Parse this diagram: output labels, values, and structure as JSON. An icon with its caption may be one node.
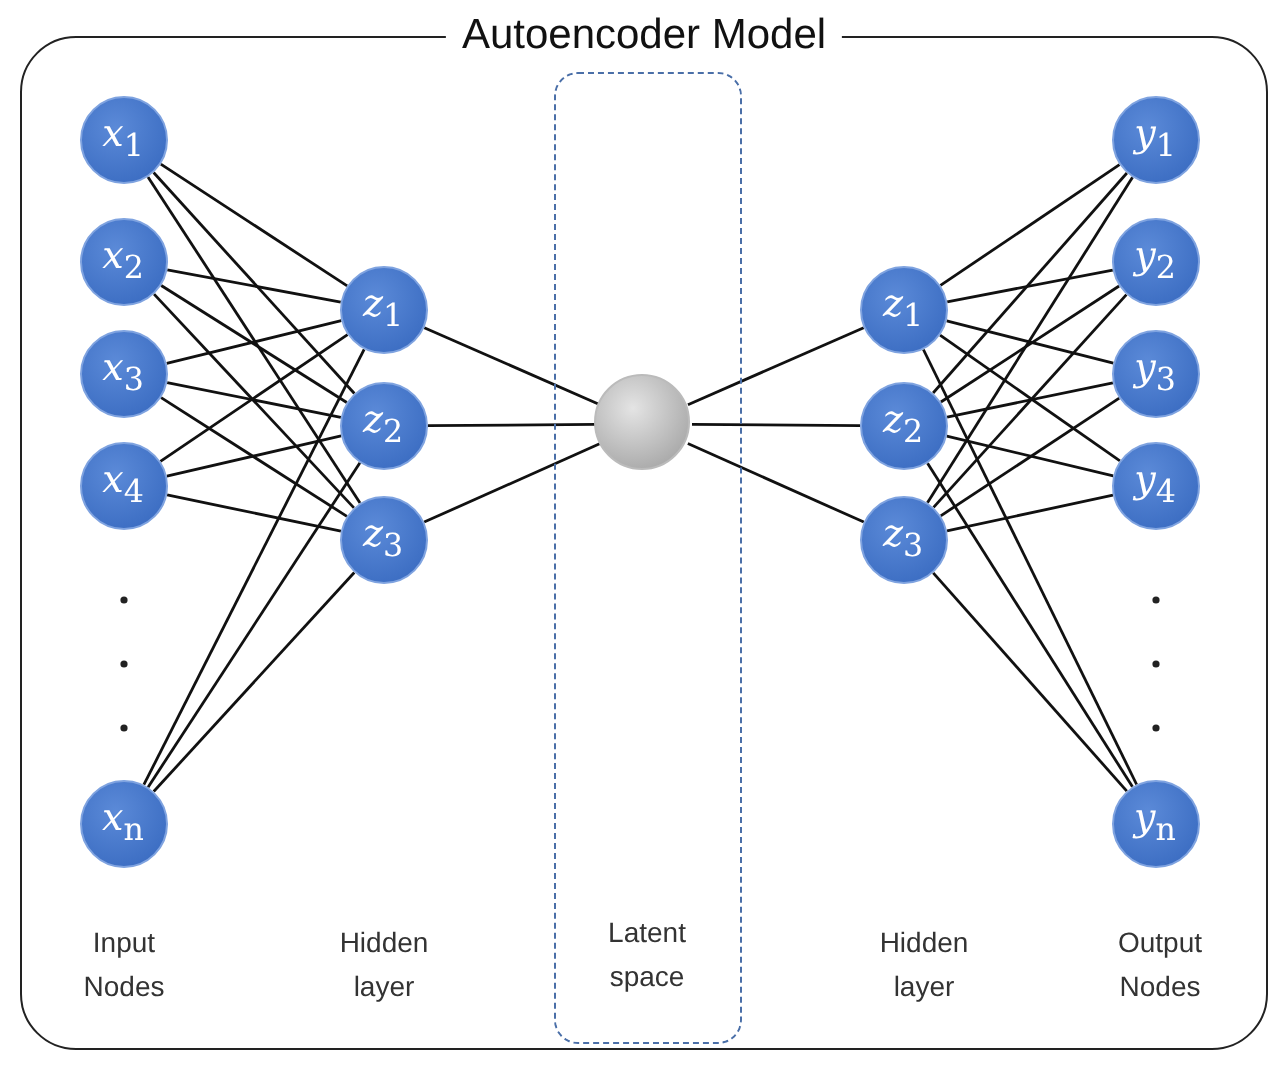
{
  "diagram": {
    "nodes": [
      {
        "text": [
          "Autoencoder Model"
        ]
      },
      {
        "text": [
          "*x*$_{1}$"
        ],
        "in": 0
      },
      {
        "text": [
          "*x*$_{2}$"
        ],
        "in": 0
      },
      {
        "text": [
          "*x*$_{3}$"
        ],
        "in": 0
      },
      {
        "text": [
          "*x*$_{4}$"
        ],
        "in": 0
      },
      {
        "text": [
          "*x*$_{n}$"
        ],
        "in": 0
      },
      {
        "text": [
          "*z*$_{1}$"
        ],
        "in": 0
      },
      {
        "text": [
          "*z*$_{2}$"
        ],
        "in": 0
      },
      {
        "text": [
          "*z*$_{3}$"
        ],
        "in": 0
      },
      {
        "text": [
          "Latent space"
        ],
        "in": 0
      },
      {
        "text": [],
        "shape": "circle",
        "in": 9
      },
      {
        "text": [
          "*z*$_{1}$"
        ],
        "in": 0
      },
      {
        "text": [
          "*z*$_{2}$"
        ],
        "in": 0
      },
      {
        "text": [
          "*z*$_{3}$"
        ],
        "in": 0
      },
      {
        "text": [
          "*y*$_{1}$"
        ],
        "in": 0
      },
      {
        "text": [
          "*y*$_{2}$"
        ],
        "in": 0
      },
      {
        "text": [
          "*y*$_{3}$"
        ],
        "in": 0
      },
      {
        "text": [
          "*y*$_{4}$"
        ],
        "in": 0
      },
      {
        "text": [
          "*y*$_{n}$"
        ],
        "in": 0
      }
    ],
    "edges": [
      {
        "from": 1,
        "to": 6,
        "arrow": "none"
      },
      {
        "from": 1,
        "to": 7,
        "arrow": "none"
      },
      {
        "from": 1,
        "to": 8,
        "arrow": "none"
      },
      {
        "from": 2,
        "to": 6,
        "arrow": "none"
      },
      {
        "from": 2,
        "to": 7,
        "arrow": "none"
      },
      {
        "from": 2,
        "to": 8,
        "arrow": "none"
      },
      {
        "from": 3,
        "to": 6,
        "arrow": "none"
      },
      {
        "from": 3,
        "to": 7,
        "arrow": "none"
      },
      {
        "from": 3,
        "to": 8,
        "arrow": "none"
      },
      {
        "from": 4,
        "to": 6,
        "arrow": "none"
      },
      {
        "from": 4,
        "to": 7,
        "arrow": "none"
      },
      {
        "from": 4,
        "to": 8,
        "arrow": "none"
      },
      {
        "from": 5,
        "to": 6,
        "arrow": "none"
      },
      {
        "from": 5,
        "to": 7,
        "arrow": "none"
      },
      {
        "from": 5,
        "to": 8,
        "arrow": "none"
      },
      {
        "from": 6,
        "to": 10,
        "arrow": "none"
      },
      {
        "from": 7,
        "to": 10,
        "arrow": "none"
      },
      {
        "from": 8,
        "to": 10,
        "arrow": "none"
      },
      {
        "from": 10,
        "to": 11,
        "arrow": "none"
      },
      {
        "from": 10,
        "to": 12,
        "arrow": "none"
      },
      {
        "from": 10,
        "to": 13,
        "arrow": "none"
      },
      {
        "from": 11,
        "to": 14,
        "arrow": "none"
      },
      {
        "from": 11,
        "to": 15,
        "arrow": "none"
      },
      {
        "from": 11,
        "to": 16,
        "arrow": "none"
      },
      {
        "from": 11,
        "to": 17,
        "arrow": "none"
      },
      {
        "from": 11,
        "to": 18,
        "arrow": "none"
      },
      {
        "from": 12,
        "to": 14,
        "arrow": "none"
      },
      {
        "from": 12,
        "to": 15,
        "arrow": "none"
      },
      {
        "from": 12,
        "to": 16,
        "arrow": "none"
      },
      {
        "from": 12,
        "to": 17,
        "arrow": "none"
      },
      {
        "from": 12,
        "to": 18,
        "arrow": "none"
      },
      {
        "from": 13,
        "to": 14,
        "arrow": "none"
      },
      {
        "from": 13,
        "to": 15,
        "arrow": "none"
      },
      {
        "from": 13,
        "to": 16,
        "arrow": "none"
      },
      {
        "from": 13,
        "to": 17,
        "arrow": "none"
      },
      {
        "from": 13,
        "to": 18,
        "arrow": "none"
      }
    ],
    "labels": [
      "Input Nodes",
      "Hidden layer",
      "Hidden layer",
      "Output Nodes"
    ]
  }
}
